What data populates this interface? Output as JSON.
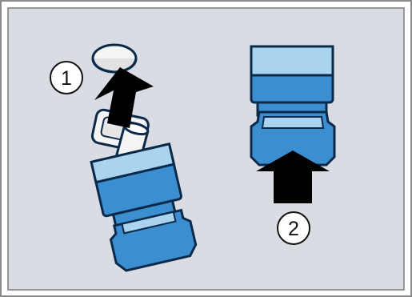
{
  "figure": {
    "colors": {
      "panel_background": "#d9dde3",
      "frame_border": "#8a8a8a",
      "connector_dark": "#3b8fd0",
      "connector_light": "#a9d3ef",
      "connector_outline": "#0b2a4a",
      "cap_fill": "#f4f4f4",
      "arrow_fill": "#000000",
      "callout_fill": "#ffffff"
    },
    "steps": [
      {
        "number": "1",
        "action": "pull-off",
        "arrow_icon": "arrow-up-icon"
      },
      {
        "number": "2",
        "action": "push-on",
        "arrow_icon": "arrow-up-icon"
      }
    ]
  }
}
